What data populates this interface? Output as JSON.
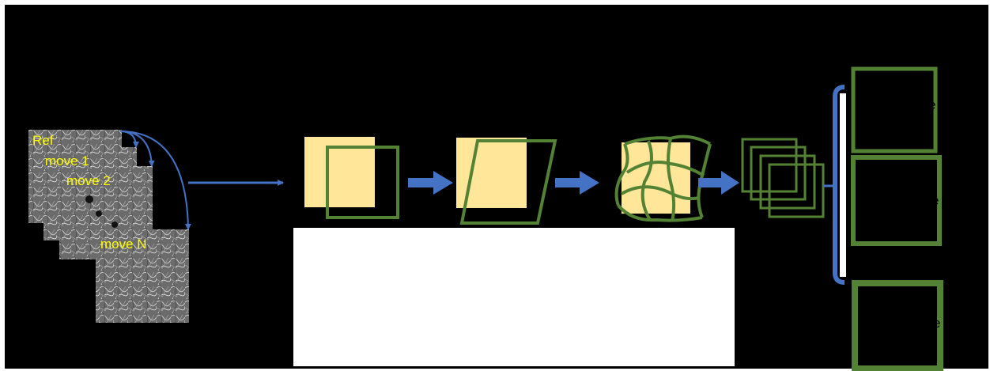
{
  "frames": {
    "ref": "Ref",
    "move1": "move 1",
    "move2": "move 2",
    "moveN": "move N"
  },
  "right_labels": [
    "e",
    "e",
    "e"
  ],
  "colors": {
    "background": "#000000",
    "arrow": "#4472c4",
    "shape_fill": "#ffe699",
    "shape_outline": "#548235",
    "label_text": "#ffff00",
    "panel": "#ffffff",
    "bracket": "#4472c4"
  }
}
